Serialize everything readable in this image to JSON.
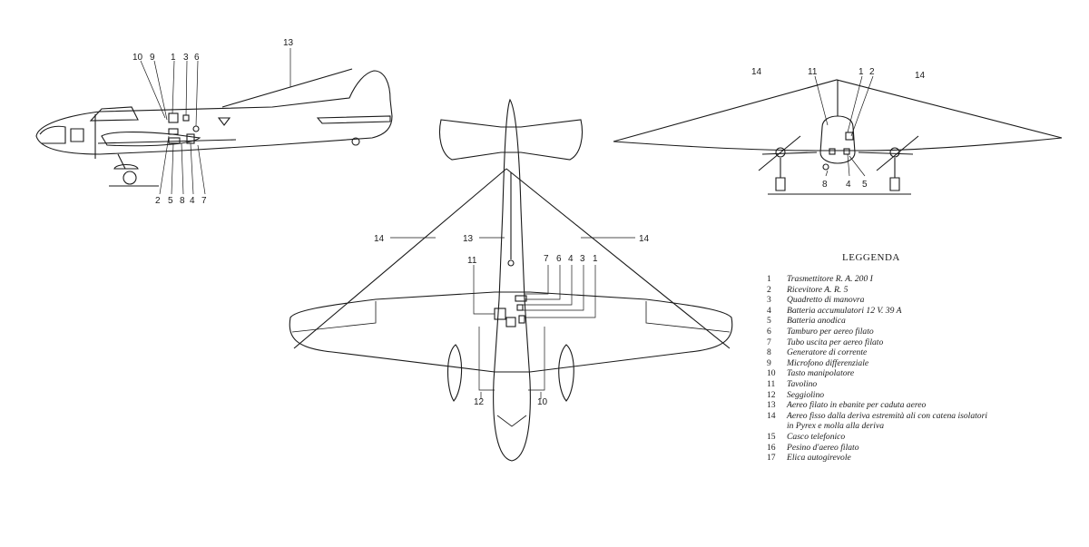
{
  "side_view": {
    "callouts": [
      "10",
      "9",
      "1",
      "3",
      "6",
      "13",
      "2",
      "5",
      "8",
      "4",
      "7"
    ]
  },
  "plan_view": {
    "callouts": [
      "14",
      "13",
      "14",
      "11",
      "7",
      "6",
      "4",
      "3",
      "1",
      "12",
      "10"
    ]
  },
  "front_view": {
    "callouts": [
      "14",
      "11",
      "1",
      "2",
      "14",
      "8",
      "4",
      "5"
    ]
  },
  "legend": {
    "title": "LEGGENDA",
    "items": [
      {
        "num": "1",
        "text": "Trasmettitore R. A. 200 I"
      },
      {
        "num": "2",
        "text": "Ricevitore A. R. 5"
      },
      {
        "num": "3",
        "text": "Quadretto di manovra"
      },
      {
        "num": "4",
        "text": "Batteria accumulatori 12 V. 39 A"
      },
      {
        "num": "5",
        "text": "Batteria anodica"
      },
      {
        "num": "6",
        "text": "Tamburo per aereo filato"
      },
      {
        "num": "7",
        "text": "Tubo uscita per aereo filato"
      },
      {
        "num": "8",
        "text": "Generatore di corrente"
      },
      {
        "num": "9",
        "text": "Microfono differenziale"
      },
      {
        "num": "10",
        "text": "Tasto manipolatore"
      },
      {
        "num": "11",
        "text": "Tavolino"
      },
      {
        "num": "12",
        "text": "Seggiolino"
      },
      {
        "num": "13",
        "text": "Aereo filato in ebanite per caduta aereo"
      },
      {
        "num": "14",
        "text": "Aereo fisso dalla deriva estremità ali con catena isolatori in Pyrex e molla alla deriva"
      },
      {
        "num": "15",
        "text": "Casco telefonico"
      },
      {
        "num": "16",
        "text": "Pesino d'aereo filato"
      },
      {
        "num": "17",
        "text": "Elica autogirevole"
      }
    ]
  }
}
